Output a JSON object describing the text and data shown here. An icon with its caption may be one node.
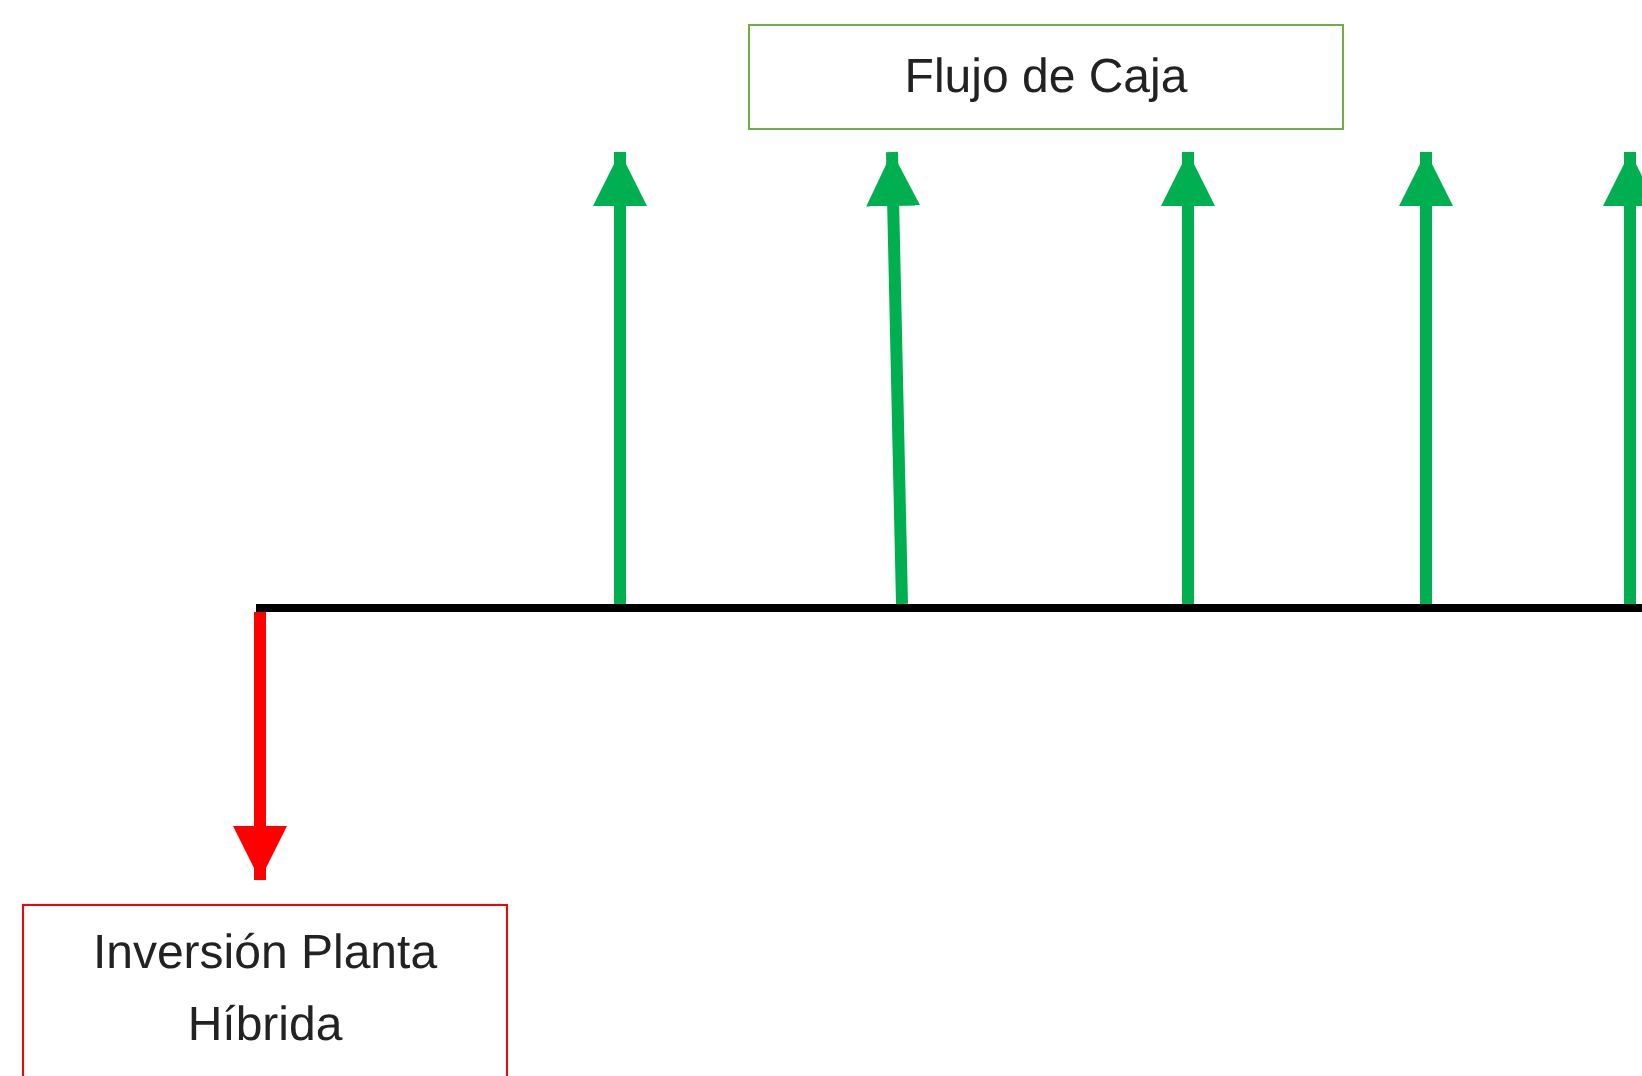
{
  "diagram": {
    "nodes": [
      {
        "text": [
          "Flujo de Caja"
        ]
      },
      {
        "text": [
          "Inversión Planta Híbrida"
        ]
      }
    ],
    "edges": [
      {
        "from": null,
        "to": 1,
        "arrow": "to",
        "color": "#ff0000"
      }
    ]
  }
}
